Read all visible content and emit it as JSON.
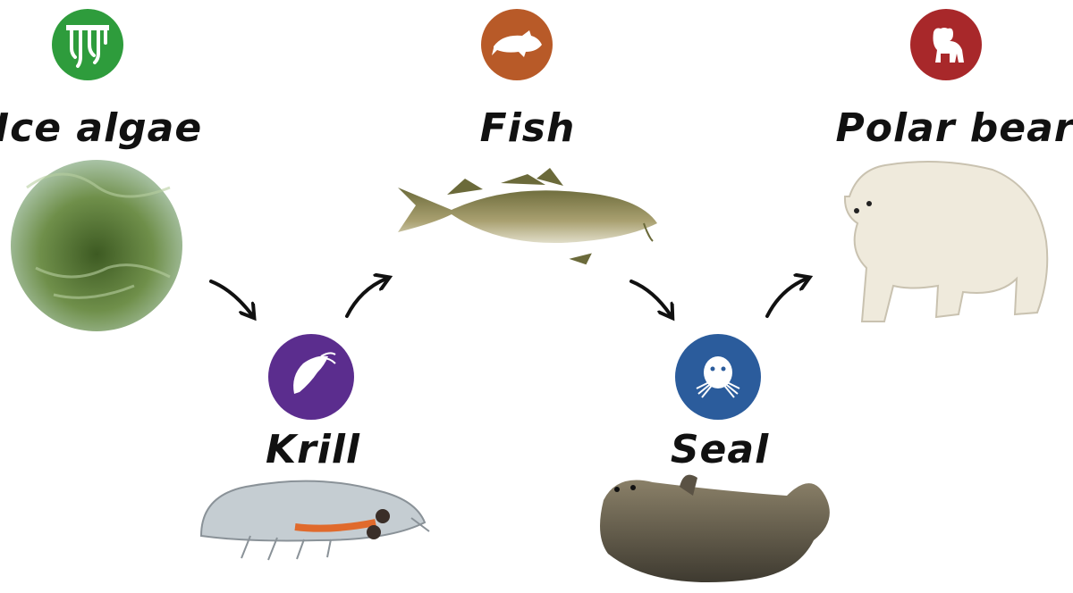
{
  "organisms": [
    {
      "name": "Ice algae",
      "icon": "ice-algae-icon",
      "color": "#2e9c3c"
    },
    {
      "name": "Krill",
      "icon": "krill-icon",
      "color": "#5b2d8e"
    },
    {
      "name": "Fish",
      "icon": "fish-icon",
      "color": "#b85a28"
    },
    {
      "name": "Seal",
      "icon": "seal-icon",
      "color": "#2b5c9c"
    },
    {
      "name": "Polar bear",
      "icon": "polar-bear-icon",
      "color": "#a8282a"
    }
  ],
  "arrows": [
    {
      "from": "Ice algae",
      "to": "Krill"
    },
    {
      "from": "Krill",
      "to": "Fish"
    },
    {
      "from": "Fish",
      "to": "Seal"
    },
    {
      "from": "Seal",
      "to": "Polar bear"
    }
  ]
}
